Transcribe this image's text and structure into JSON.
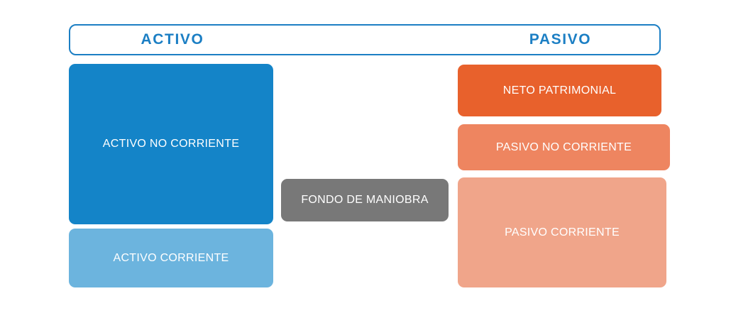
{
  "diagram": {
    "title_bar": {
      "left_label": "ACTIVO",
      "right_label": "PASIVO",
      "border_color": "#1C7FC4",
      "text_color": "#1C7FC4",
      "background": "#FFFFFF"
    },
    "columns": {
      "assets": {
        "header": "ACTIVO",
        "blocks": [
          {
            "label": "ACTIVO NO CORRIENTE",
            "color": "#1484C8",
            "text_color": "#FFFFFF"
          },
          {
            "label": "ACTIVO CORRIENTE",
            "color": "#6CB4DE",
            "text_color": "#FFFFFF"
          }
        ]
      },
      "center": {
        "blocks": [
          {
            "label": "FONDO DE MANIOBRA",
            "color": "#787878",
            "text_color": "#FFFFFF"
          }
        ]
      },
      "liabilities": {
        "header": "PASIVO",
        "blocks": [
          {
            "label": "NETO PATRIMONIAL",
            "color": "#E8612C",
            "text_color": "#FFFFFF"
          },
          {
            "label": "PASIVO NO CORRIENTE",
            "color": "#EE8560",
            "text_color": "#FFFFFF"
          },
          {
            "label": "PASIVO CORRIENTE",
            "color": "#F0A58A",
            "text_color": "#FFFFFF"
          }
        ]
      }
    }
  }
}
